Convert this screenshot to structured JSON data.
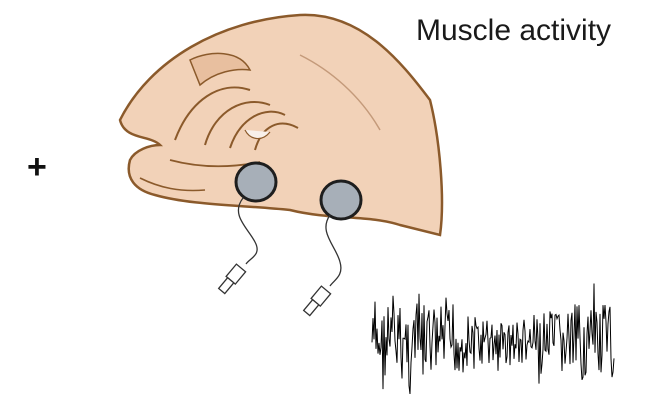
{
  "labels": {
    "title": "Muscle activity",
    "sign": "+"
  },
  "colors": {
    "skin": "#f2d2b8",
    "skin_outline": "#8b5a2b",
    "electrode": "#a7afb8",
    "trace": "#000000"
  },
  "icons": [
    "hand-illustration",
    "electrode-icon",
    "connector-icon",
    "emg-signal-trace"
  ]
}
